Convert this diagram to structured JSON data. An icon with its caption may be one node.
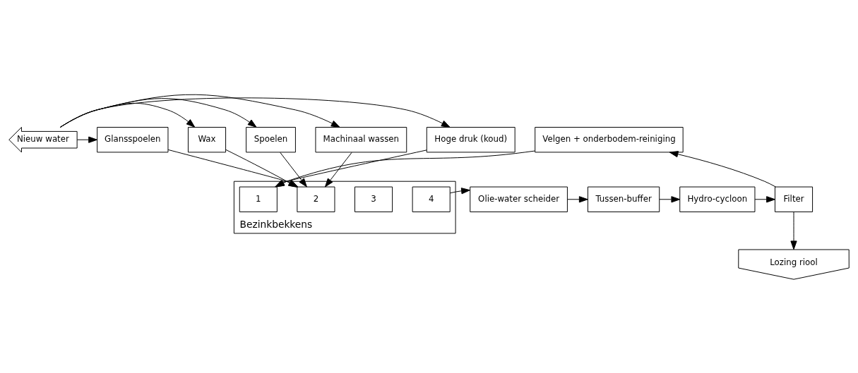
{
  "diagram": {
    "nodes": [
      {
        "text": [
          "Nieuw water"
        ]
      },
      {
        "text": [
          "Glansspoelen"
        ]
      },
      {
        "text": [
          "Wax"
        ]
      },
      {
        "text": [
          "Spoelen"
        ]
      },
      {
        "text": [
          "Machinaal wassen"
        ]
      },
      {
        "text": [
          "Hoge druk (koud)"
        ]
      },
      {
        "text": [
          "Velgen + onderbodem-reiniging"
        ]
      },
      {
        "text": [
          "Bezinkbekkens"
        ]
      },
      {
        "text": [
          "1"
        ],
        "in": 7
      },
      {
        "text": [
          "2"
        ],
        "in": 7
      },
      {
        "text": [
          "3"
        ],
        "in": 7
      },
      {
        "text": [
          "4"
        ],
        "in": 7
      },
      {
        "text": [
          "Olie-water scheider"
        ]
      },
      {
        "text": [
          "Tussen-buffer"
        ]
      },
      {
        "text": [
          "Hydro-cycloon"
        ]
      },
      {
        "text": [
          "Filter"
        ]
      },
      {
        "text": [
          "Lozing riool"
        ]
      }
    ],
    "edges": [
      {
        "from": 0,
        "to": 1,
        "arrow": "to"
      },
      {
        "from": 0,
        "to": 2,
        "arrow": "to"
      },
      {
        "from": 0,
        "to": 3,
        "arrow": "to"
      },
      {
        "from": 0,
        "to": 4,
        "arrow": "to"
      },
      {
        "from": 0,
        "to": 5,
        "arrow": "to"
      },
      {
        "from": 1,
        "to": 9,
        "arrow": "to"
      },
      {
        "from": 2,
        "to": 9,
        "arrow": "to"
      },
      {
        "from": 3,
        "to": 9,
        "arrow": "to"
      },
      {
        "from": 4,
        "to": 9,
        "arrow": "to"
      },
      {
        "from": 5,
        "to": 8,
        "arrow": "to"
      },
      {
        "from": 6,
        "to": 8,
        "arrow": "to"
      },
      {
        "from": 11,
        "to": 12,
        "arrow": "to"
      },
      {
        "from": 12,
        "to": 13,
        "arrow": "to"
      },
      {
        "from": 13,
        "to": 14,
        "arrow": "to"
      },
      {
        "from": 14,
        "to": 15,
        "arrow": "to"
      },
      {
        "from": 15,
        "to": 16,
        "arrow": "to"
      },
      {
        "from": 15,
        "to": 6,
        "arrow": "to"
      }
    ]
  }
}
